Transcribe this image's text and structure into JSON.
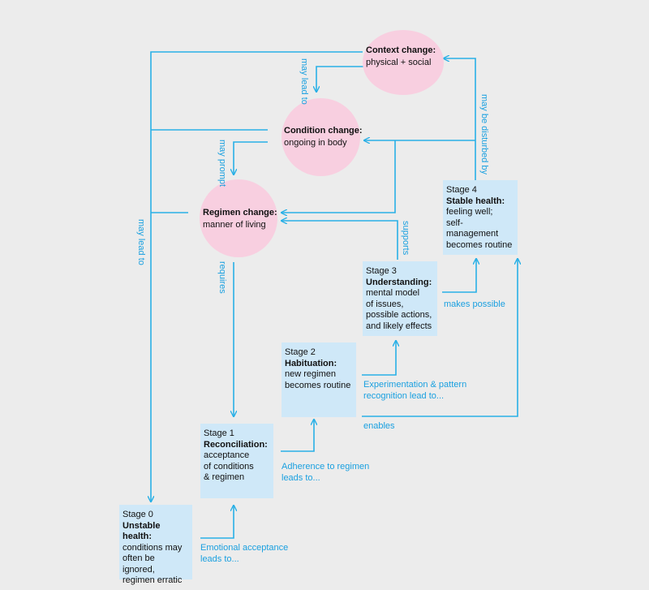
{
  "colors": {
    "line": "#29b0e6",
    "circle": "#f8cfe0",
    "box": "#cfe8f8",
    "label": "#1aa0e0"
  },
  "changes": {
    "context": {
      "title": "Context change:",
      "text": "physical + social"
    },
    "condition": {
      "title": "Condition change:",
      "text": "ongoing in body"
    },
    "regimen": {
      "title": "Regimen change:",
      "text": "manner of living"
    }
  },
  "stages": [
    {
      "stage": "Stage 0",
      "title": "Unstable health:",
      "lines": [
        "conditions may",
        "often be ignored,",
        "regimen erratic"
      ]
    },
    {
      "stage": "Stage 1",
      "title": "Reconciliation:",
      "lines": [
        "acceptance",
        "of conditions",
        "& regimen"
      ]
    },
    {
      "stage": "Stage 2",
      "title": "Habituation:",
      "lines": [
        "new regimen",
        "becomes routine"
      ]
    },
    {
      "stage": "Stage 3",
      "title": "Understanding:",
      "lines": [
        "mental model",
        "of issues,",
        "possible actions,",
        "and likely effects"
      ]
    },
    {
      "stage": "Stage 4",
      "title": "Stable health:",
      "lines": [
        "feeling well;",
        "self-management",
        "becomes routine"
      ]
    }
  ],
  "labels": {
    "may_lead_to_top": "may lead to",
    "may_prompt": "may prompt",
    "may_lead_to_left": "may lead to",
    "requires": "requires",
    "supports": "supports",
    "may_be_disturbed_by": "may be disturbed by",
    "makes_possible": "makes possible",
    "experimentation": [
      "Experimentation & pattern",
      "recognition lead to..."
    ],
    "enables": "enables",
    "adherence": [
      "Adherence to regimen",
      "leads to..."
    ],
    "emotional": [
      "Emotional acceptance",
      "leads to..."
    ]
  }
}
